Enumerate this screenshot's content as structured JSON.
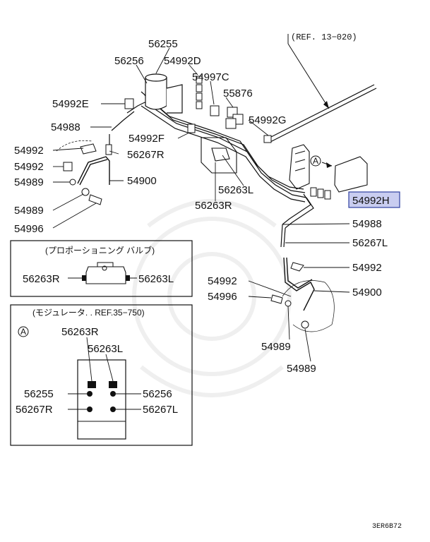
{
  "diagram": {
    "ref_main": "(REF. 13−020)",
    "labels": {
      "p56255": "56255",
      "p56256": "56256",
      "p54992D": "54992D",
      "p54997C": "54997C",
      "p55876": "55876",
      "p54992E": "54992E",
      "p54988_top": "54988",
      "p54992G": "54992G",
      "p54992F": "54992F",
      "p56267R": "56267R",
      "p54992_left": "54992",
      "p54992_left2": "54992",
      "p54989_left": "54989",
      "p54900_left": "54900",
      "p56263L": "56263L",
      "p56263R": "56263R",
      "p54992H": "54992H",
      "p54989_left2": "54989",
      "p54996_left": "54996",
      "p54988_right": "54988",
      "p56267L": "56267L",
      "p54992_right": "54992",
      "p54992_mid": "54992",
      "p54996_mid": "54996",
      "p54900_right": "54900",
      "p54989_mid": "54989",
      "p54989_low": "54989"
    },
    "circle_a": "A",
    "box1": {
      "title": "(プロポーショニング バルブ)",
      "left_label": "56263R",
      "right_label": "56263L"
    },
    "box2": {
      "title": "(モジュレータ. . REF.35−750)",
      "circle": "A",
      "top1": "56263R",
      "top2": "56263L",
      "l1": "56255",
      "r1": "56256",
      "l2": "56267R",
      "r2": "56267L"
    },
    "code": "3ER6B72",
    "highlight_color": "#c9cdf0"
  }
}
